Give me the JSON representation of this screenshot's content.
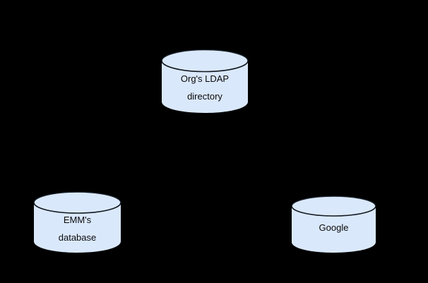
{
  "diagram": {
    "background_color": "#000000",
    "shape_fill_color": "#dae8fc",
    "shape_stroke_color": "#11181f",
    "text_color": "#0a0a0a",
    "nodes": [
      {
        "id": "ldap",
        "shape": "cylinder",
        "label": "Org's LDAP\ndirectory",
        "label_line_1": "Org's LDAP",
        "label_line_2": "directory"
      },
      {
        "id": "emm",
        "shape": "cylinder",
        "label": "EMM's\ndatabase",
        "label_line_1": "EMM's",
        "label_line_2": "database"
      },
      {
        "id": "google",
        "shape": "cylinder",
        "label": "Google",
        "label_line_1": "Google",
        "label_line_2": ""
      }
    ],
    "edges": []
  }
}
